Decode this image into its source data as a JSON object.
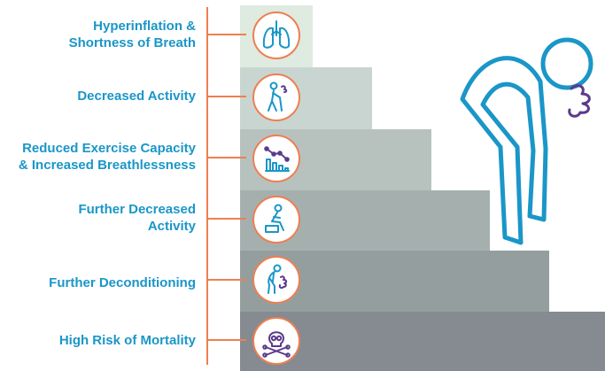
{
  "colors": {
    "label_text": "#1a96c8",
    "connector": "#ee7f52",
    "icon_teal": "#1a96c8",
    "icon_purple": "#5b3a8c",
    "steps": [
      "#dfeae0",
      "#c9d5d0",
      "#b7c2bf",
      "#a5b0ae",
      "#959e9e",
      "#858b90"
    ]
  },
  "stages": [
    {
      "label_lines": [
        "Hyperinflation &",
        "Shortness of Breath"
      ],
      "icon": "lungs-icon"
    },
    {
      "label_lines": [
        "Decreased Activity"
      ],
      "icon": "person-with-cane-icon"
    },
    {
      "label_lines": [
        "Reduced Exercise Capacity",
        "& Increased Breathlessness"
      ],
      "icon": "declining-bar-chart-icon"
    },
    {
      "label_lines": [
        "Further Decreased",
        "Activity"
      ],
      "icon": "seated-person-icon"
    },
    {
      "label_lines": [
        "Further Deconditioning"
      ],
      "icon": "breathless-person-icon"
    },
    {
      "label_lines": [
        "High Risk of Mortality"
      ],
      "icon": "skull-crossbones-icon"
    }
  ],
  "illustration": "breathless-person-figure"
}
